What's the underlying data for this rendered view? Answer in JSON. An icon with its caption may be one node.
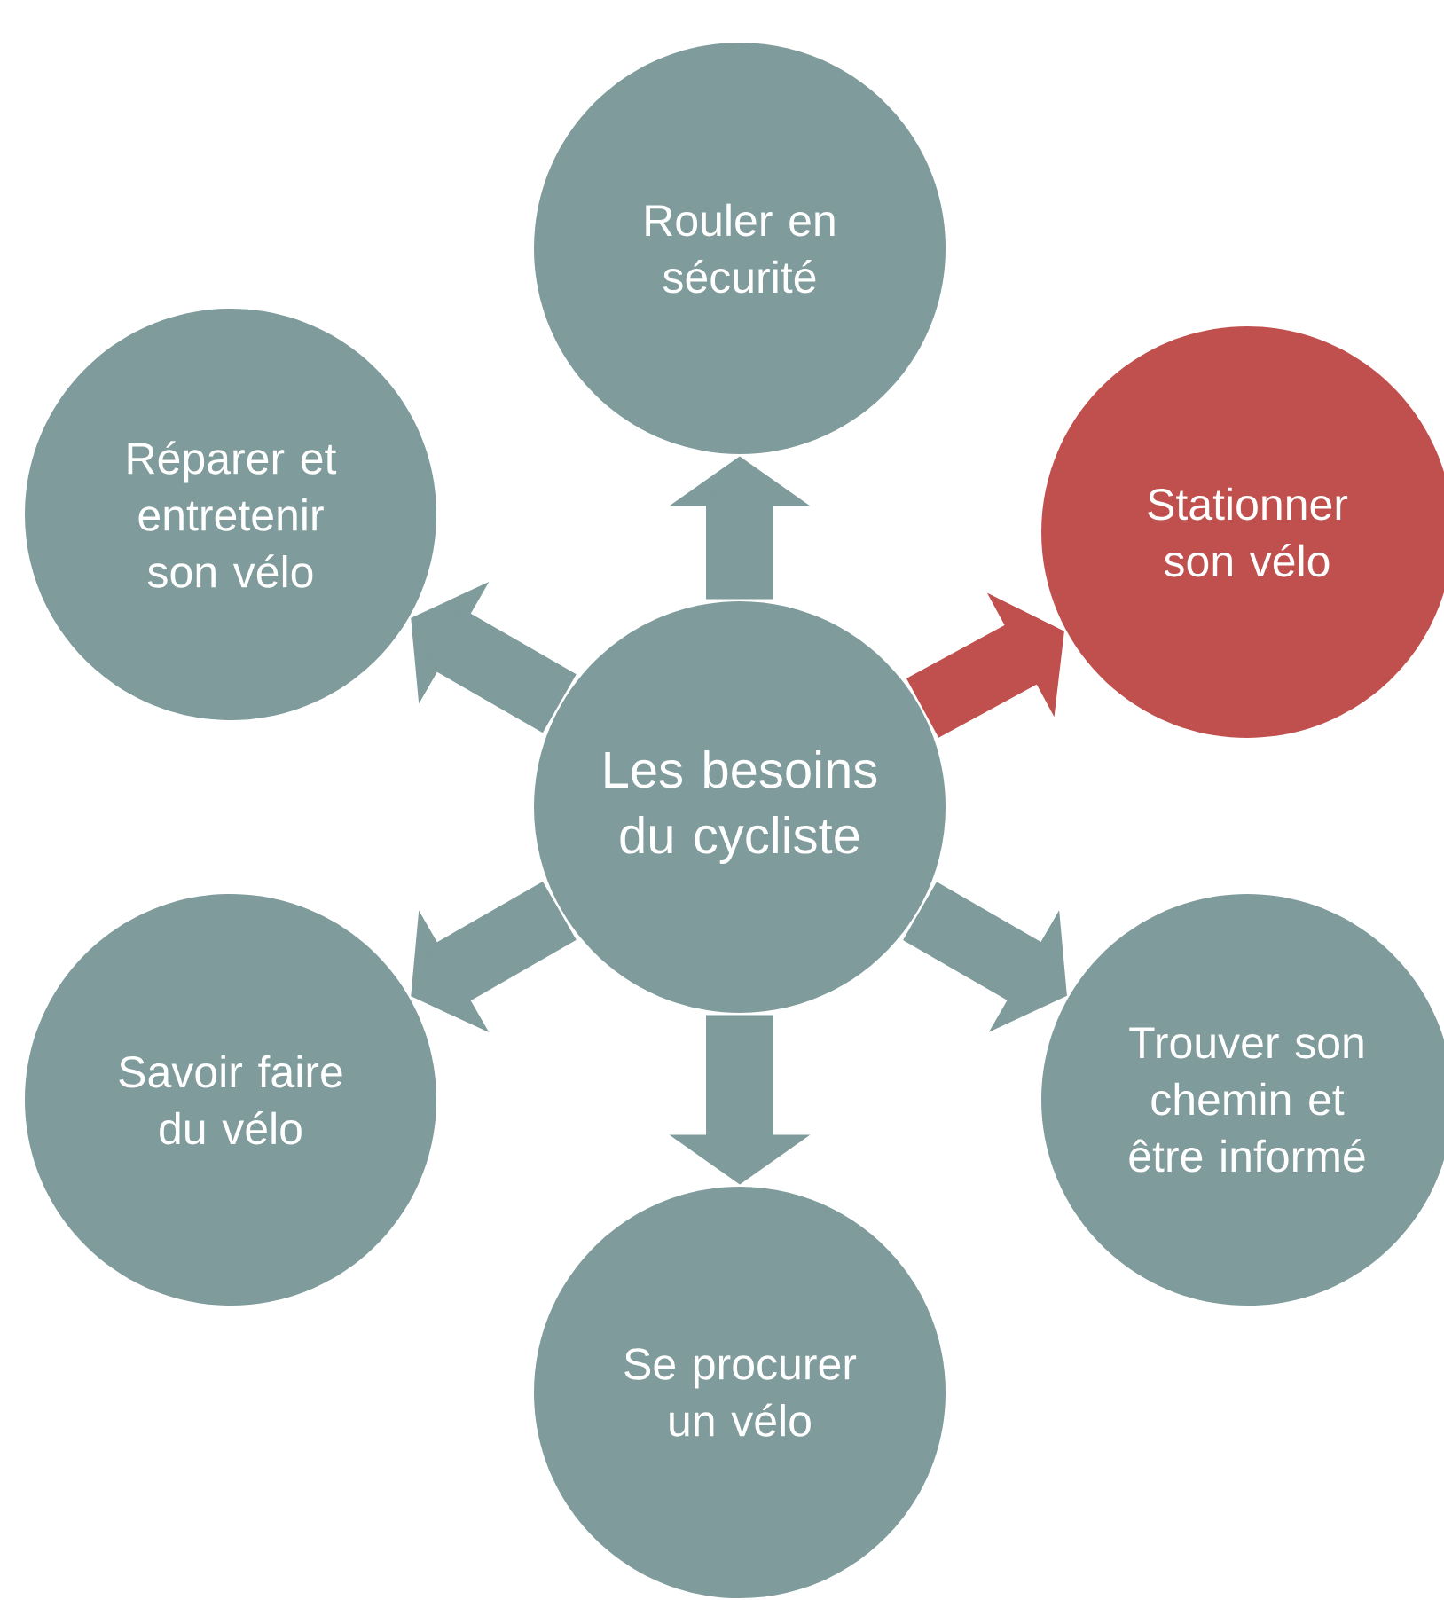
{
  "diagram": {
    "nodes": [
      {
        "text": [
          "Les besoins du cycliste"
        ]
      },
      {
        "text": [
          "Rouler en sécurité"
        ]
      },
      {
        "text": [
          "Stationner son vélo"
        ]
      },
      {
        "text": [
          "Trouver son chemin et être informé"
        ]
      },
      {
        "text": [
          "Se procurer un vélo"
        ]
      },
      {
        "text": [
          "Savoir faire du vélo"
        ]
      },
      {
        "text": [
          "Réparer et entretenir son vélo"
        ]
      }
    ],
    "edges": [
      {
        "from": 0,
        "to": 1,
        "arrow": "to"
      },
      {
        "from": 0,
        "to": 2,
        "arrow": "to",
        "color": "#c0504d"
      },
      {
        "from": 0,
        "to": 3,
        "arrow": "to"
      },
      {
        "from": 0,
        "to": 4,
        "arrow": "to"
      },
      {
        "from": 0,
        "to": 5,
        "arrow": "to"
      },
      {
        "from": 0,
        "to": 6,
        "arrow": "to"
      }
    ]
  }
}
